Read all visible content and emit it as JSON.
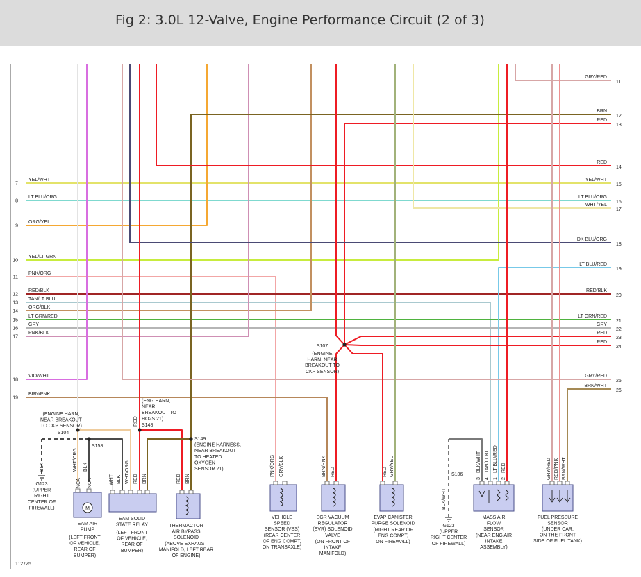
{
  "title": "Fig 2: 3.0L 12-Valve, Engine Performance Circuit (2 of 3)",
  "figure_number": "112725",
  "colors": {
    "RED": "#ee1c24",
    "GRY/RED": "#d7a6a6",
    "BRN": "#7a6422",
    "YEL/WHT": "#e3e36a",
    "LT BLU/ORG": "#7fd9cf",
    "WHT/YEL": "#efe7a6",
    "ORG/YEL": "#f5a833",
    "DK BLU/ORG": "#4a4a74",
    "YEL/LT GRN": "#c8ec3e",
    "LT BLU/RED": "#77c9e8",
    "PNK/ORG": "#f2a6a6",
    "RED/BLK": "#a02525",
    "TAN/LT BLU": "#a9c9cf",
    "ORG/BLK": "#c29060",
    "LT GRN/RED": "#4fb33f",
    "GRY": "#b5b5b5",
    "PNK/BLK": "#cf8fb4",
    "VIO/WHT": "#d86ee0",
    "BRN/WHT": "#a58a55",
    "BRN/PNK": "#b6875a",
    "WHT/ORG": "#efcc9d",
    "BLK": "#4a4a4a",
    "GRY/YEL": "#a2b27a",
    "WHT": "#e3e3e3",
    "BLK/WHT": "#7a7a7a",
    "RED/PNK": "#ee8f8f"
  },
  "left_labels": [
    {
      "n": "7",
      "label": "YEL/WHT"
    },
    {
      "n": "8",
      "label": "LT BLU/ORG"
    },
    {
      "n": "9",
      "label": "ORG/YEL"
    },
    {
      "n": "10",
      "label": "YEL/LT GRN"
    },
    {
      "n": "11",
      "label": "PNK/ORG"
    },
    {
      "n": "12",
      "label": "RED/BLK"
    },
    {
      "n": "13",
      "label": "TAN/LT BLU"
    },
    {
      "n": "14",
      "label": "ORG/BLK"
    },
    {
      "n": "15",
      "label": "LT GRN/RED"
    },
    {
      "n": "16",
      "label": "GRY"
    },
    {
      "n": "17",
      "label": "PNK/BLK"
    },
    {
      "n": "18",
      "label": "VIO/WHT"
    },
    {
      "n": "19",
      "label": "BRN/PNK"
    }
  ],
  "right_labels": [
    {
      "n": "11",
      "label": "GRY/RED"
    },
    {
      "n": "12",
      "label": "BRN"
    },
    {
      "n": "13",
      "label": "RED"
    },
    {
      "n": "14",
      "label": "RED"
    },
    {
      "n": "15",
      "label": "YEL/WHT"
    },
    {
      "n": "16",
      "label": "LT BLU/ORG"
    },
    {
      "n": "17",
      "label": "WHT/YEL"
    },
    {
      "n": "18",
      "label": "DK BLU/ORG"
    },
    {
      "n": "19",
      "label": "LT BLU/RED"
    },
    {
      "n": "20",
      "label": "RED/BLK"
    },
    {
      "n": "21",
      "label": "LT GRN/RED"
    },
    {
      "n": "22",
      "label": "GRY"
    },
    {
      "n": "23",
      "label": "RED"
    },
    {
      "n": "24",
      "label": "RED"
    },
    {
      "n": "25",
      "label": "GRY/RED"
    },
    {
      "n": "26",
      "label": "BRN/WHT"
    }
  ],
  "splices": {
    "s104": [
      "(ENGINE HARN,",
      "NEAR BREAKOUT",
      "TO CKP SENSOR)",
      "S104"
    ],
    "s158": [
      "S158"
    ],
    "s148": [
      "(ENG HARN,",
      "NEAR",
      "BREAKOUT TO",
      "HO2S 21)",
      "S148"
    ],
    "s149": [
      "S149",
      "(ENGINE HARNESS,",
      "NEAR BREAKOUT",
      "TO HEATED",
      "OXYGEN",
      "SENSOR 21)"
    ],
    "s107": [
      "S107",
      "(ENGINE",
      "HARN, NEAR",
      "BREAKOUT TO",
      "CKP SENSOR)"
    ],
    "s106": [
      "S106"
    ]
  },
  "grounds": {
    "g123_left": [
      "G123",
      "(UPPER",
      "RIGHT",
      "CENTER OF",
      "FIREWALL)"
    ],
    "g123_right": [
      "G123",
      "(UPPER",
      "RIGHT CENTER",
      "OF FIREWALL)"
    ]
  },
  "components": {
    "eam_air_pump": {
      "name": [
        "EAM AIR",
        "PUMP"
      ],
      "location": [
        "(LEFT FRONT",
        "OF VEHICLE,",
        "REAR OF",
        "BUMPER)"
      ],
      "pins": [
        "NCA",
        "NCA"
      ],
      "wires": [
        "WHT/ORG",
        "BLK"
      ]
    },
    "eam_relay": {
      "name": [
        "EAM SOLID",
        "STATE RELAY"
      ],
      "location": [
        "(LEFT FRONT",
        "OF VEHICLE,",
        "REAR OF",
        "BUMPER)"
      ],
      "wires": [
        "WHT",
        "BLK",
        "WHT/ORG",
        "RED",
        "BRN"
      ]
    },
    "thermactor": {
      "name": [
        "THERMACTOR",
        "AIR BYPASS",
        "SOLENOID"
      ],
      "location": [
        "(ABOVE EXHAUST",
        "MANIFOLD, LEFT REAR",
        "OF ENGINE)"
      ],
      "wires": [
        "RED",
        "BRN"
      ]
    },
    "vss": {
      "name": [
        "VEHICLE",
        "SPEED",
        "SENSOR (VSS)"
      ],
      "location": [
        "(REAR CENTER",
        "OF ENG COMPT,",
        "ON TRANSAXLE)"
      ],
      "wires": [
        "PNK/ORG",
        "GRY/BLK"
      ]
    },
    "evr": {
      "name": [
        "EGR VACUUM",
        "REGULATOR",
        "(EVR) SOLENOID",
        "VALVE"
      ],
      "location": [
        "(ON FRONT OF",
        "INTAKE",
        "MANIFOLD)"
      ],
      "wires": [
        "BRN/PNK",
        "RED"
      ]
    },
    "evap": {
      "name": [
        "EVAP CANISTER",
        "PURGE SOLENOID"
      ],
      "location": [
        "(RIGHT REAR OF",
        "ENG COMPT,",
        "ON FIREWALL)"
      ],
      "wires": [
        "RED",
        "GRY/YEL"
      ]
    },
    "maf": {
      "name": [
        "MASS AIR",
        "FLOW",
        "SENSOR"
      ],
      "location": [
        "(NEAR ENG AIR",
        "INTAKE",
        "ASSEMBLY)"
      ],
      "pins": [
        "3",
        "4",
        "1",
        "2"
      ],
      "wires": [
        "BLK/WHT",
        "TAN/LT BLU",
        "LT BLU/RED",
        "RED"
      ]
    },
    "fuel_pressure": {
      "name": [
        "FUEL PRESSURE",
        "SENSOR"
      ],
      "location": [
        "(UNDER CAR,",
        "ON THE FRONT",
        "SIDE OF FUEL TANK)"
      ],
      "wires": [
        "GRY/RED",
        "RED/PNK",
        "BRN/WHT"
      ]
    },
    "blk_wht_label": "BLK/WHT"
  }
}
